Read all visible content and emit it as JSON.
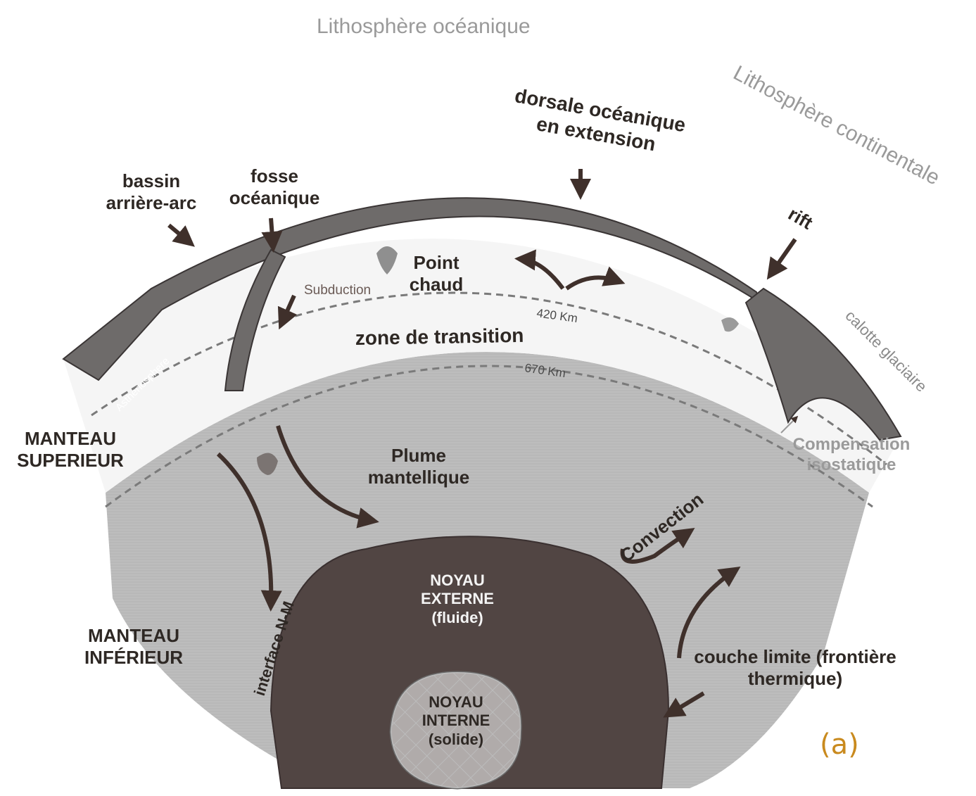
{
  "labels": {
    "lithosphere_oceanique": "Lithosphère océanique",
    "lithosphere_continentale": "Lithosphère continentale",
    "dorsale": "dorsale océanique en extension",
    "bassin": "bassin arrière-arc",
    "fosse": "fosse océanique",
    "rift": "rift",
    "point_chaud": "Point chaud",
    "subduction": "Subduction",
    "km420": "420 Km",
    "zone_transition": "zone de transition",
    "km670": "670 Km",
    "asthenosphere": "Asthenosphere",
    "calotte": "calotte glaciaire",
    "compensation": "Compensation isostatique",
    "manteau_sup": "MANTEAU SUPERIEUR",
    "plume": "Plume mantellique",
    "convection": "Convection",
    "noyau_ext": "NOYAU EXTERNE (fluide)",
    "manteau_inf": "MANTEAU INFÉRIEUR",
    "interface": "interface N-M",
    "couche_limite": "couche limite (frontière thermique)",
    "noyau_int": "NOYAU INTERNE (solide)",
    "panel": "(a)"
  },
  "colors": {
    "lithosphere": "#6e6b6a",
    "upper_mantle": "#f6f6f6",
    "lower_mantle": "#bcbcbc",
    "outer_core": "#504442",
    "inner_core": "#ffffff",
    "arrows": "#3f302b",
    "panel_label": "#c98a1e"
  }
}
